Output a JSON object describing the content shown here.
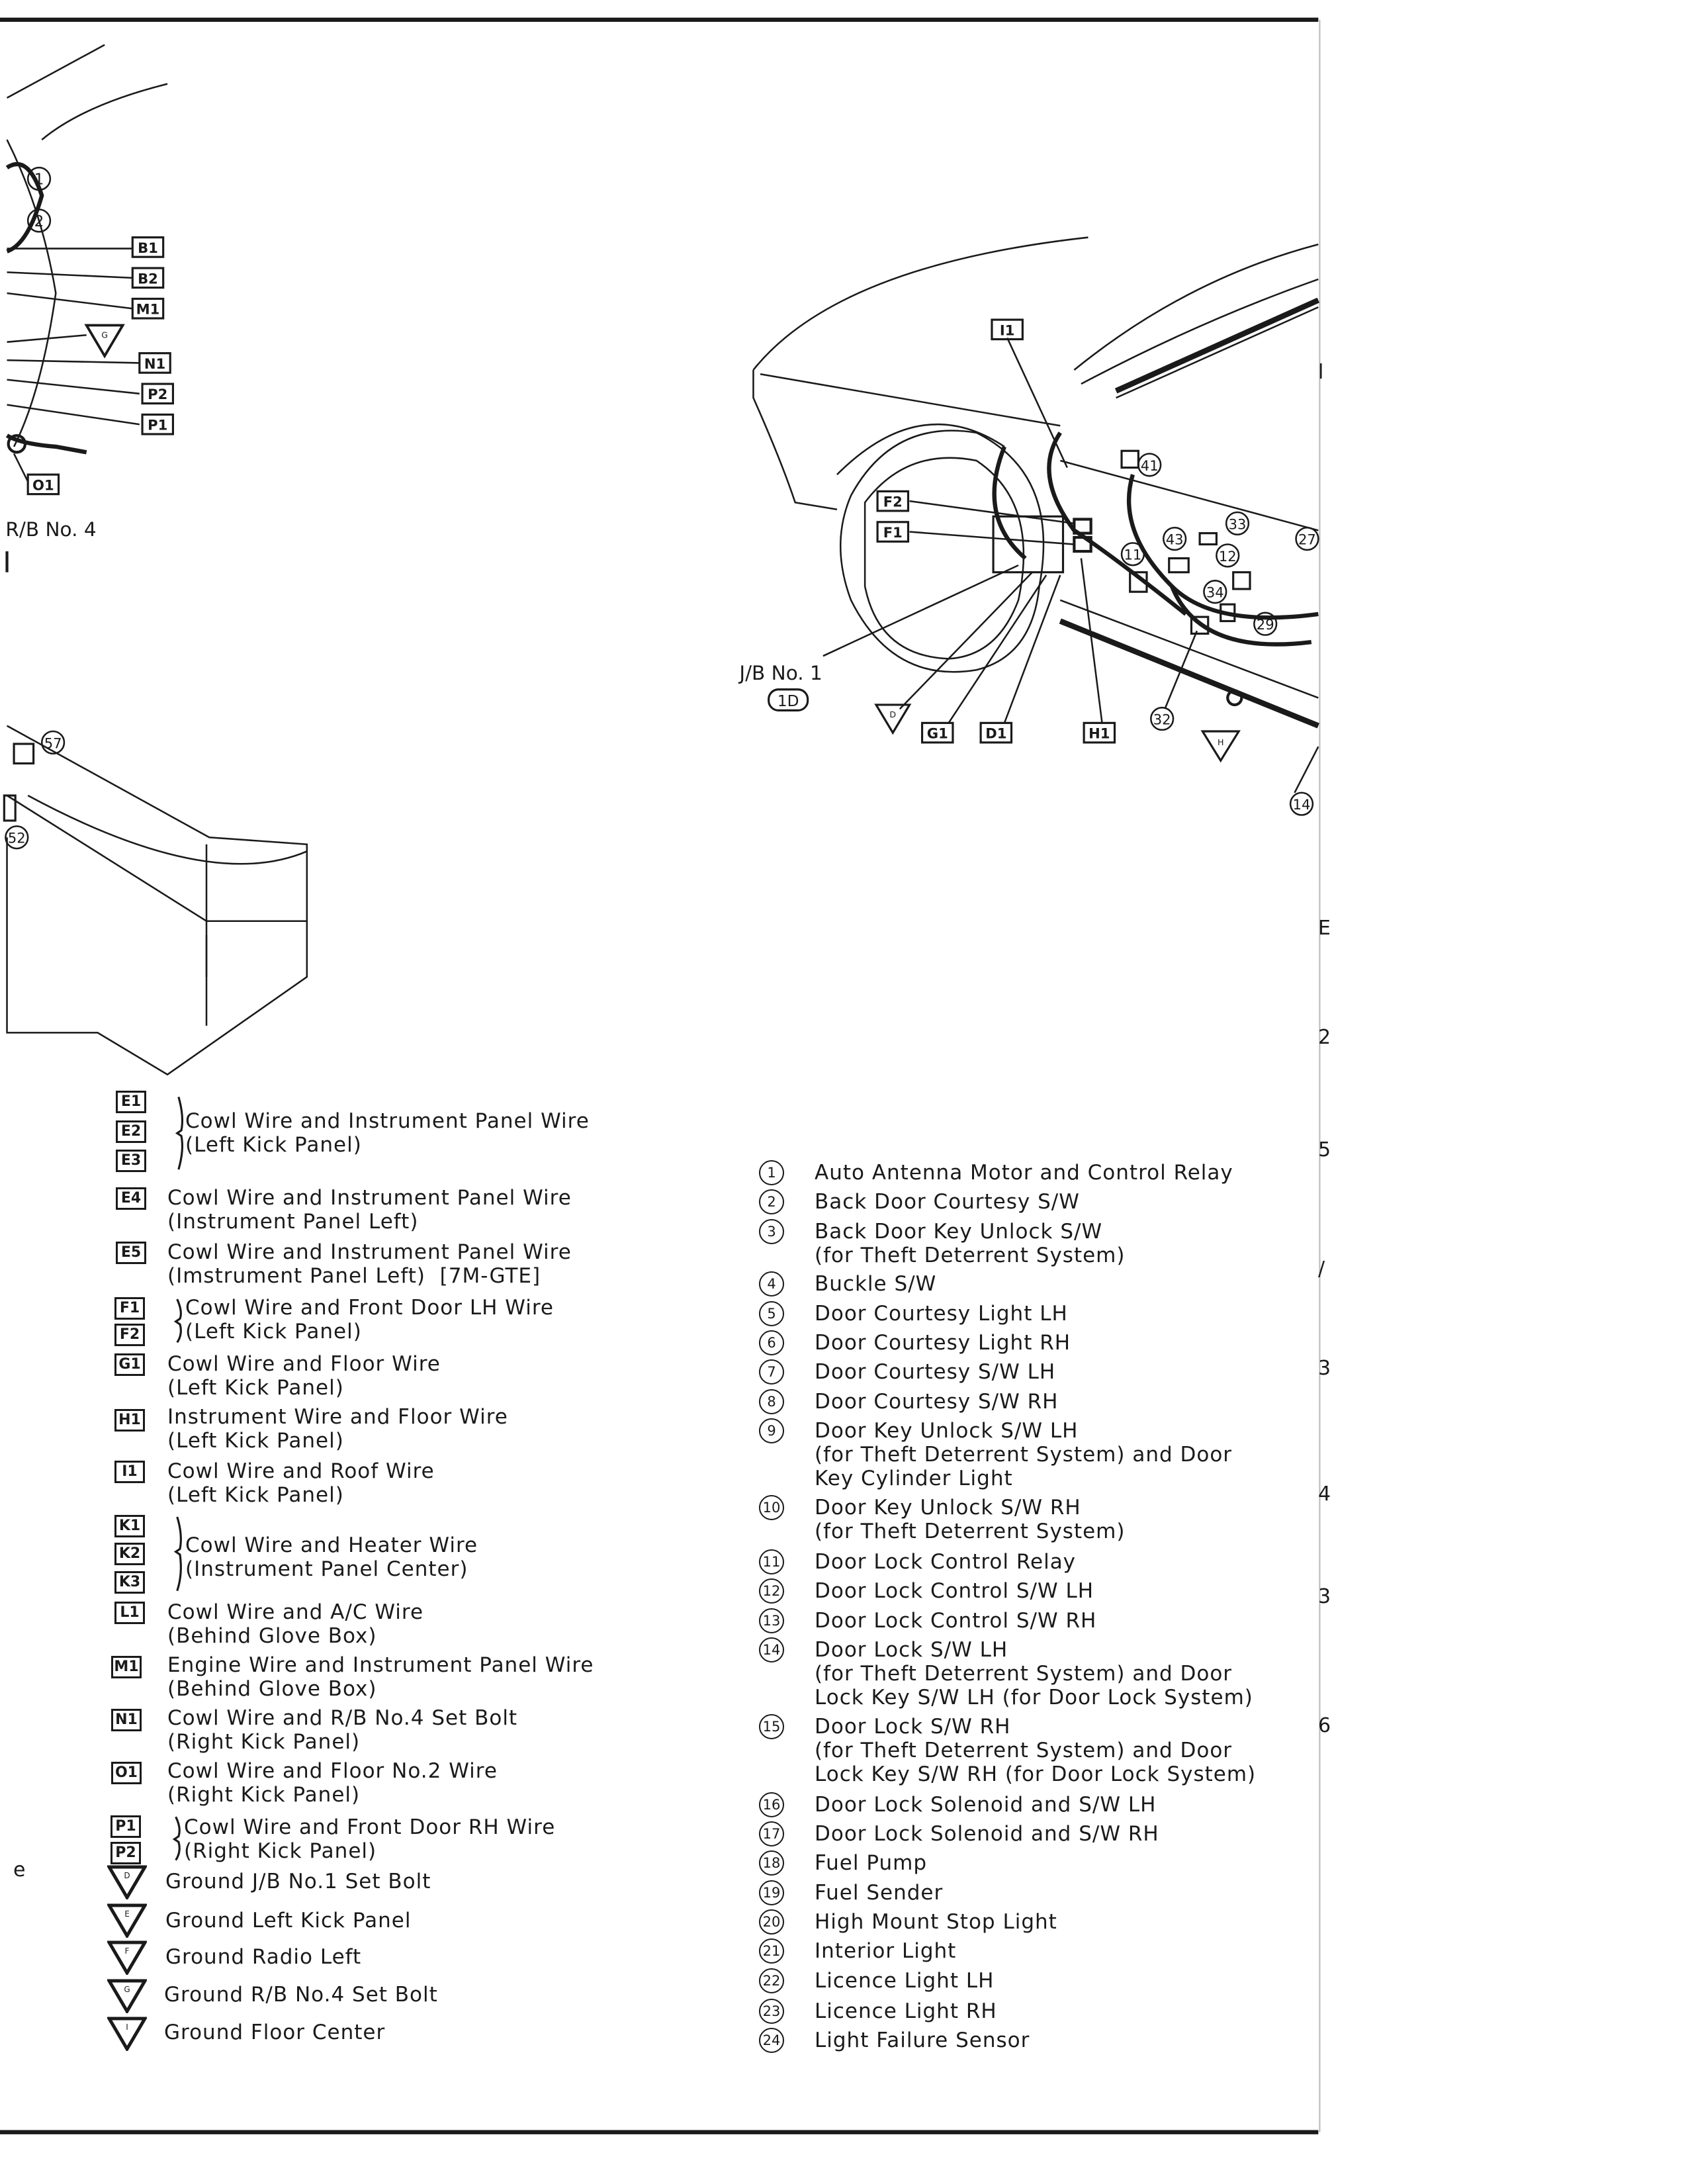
{
  "left_diagram": {
    "connectors": [
      "B1",
      "B2",
      "M1",
      "N1",
      "P2",
      "P1",
      "O1"
    ],
    "ground": "G",
    "callouts": [
      "1",
      "2",
      "57",
      "52"
    ],
    "relay_block_label": "R/B No. 4"
  },
  "right_diagram": {
    "connectors": [
      "I1",
      "F2",
      "F1",
      "G1",
      "D1",
      "H1"
    ],
    "grounds": [
      "D",
      "H"
    ],
    "junction_block_label": "J/B No. 1",
    "junction_block_code": "1D",
    "callouts": [
      "41",
      "43",
      "33",
      "27",
      "12",
      "11",
      "34",
      "29",
      "32",
      "14"
    ]
  },
  "connector_legend": [
    {
      "codes": [
        "E1",
        "E2",
        "E3"
      ],
      "lines": [
        "Cowl Wire and Instrument Panel Wire",
        "(Left Kick Panel)"
      ]
    },
    {
      "codes": [
        "E4"
      ],
      "lines": [
        "Cowl Wire and Instrument Panel Wire",
        "(Instrument Panel Left)"
      ]
    },
    {
      "codes": [
        "E5"
      ],
      "lines": [
        "Cowl Wire and Instrument Panel Wire",
        "(Imstrument Panel Left)  [7M-GTE]"
      ]
    },
    {
      "codes": [
        "F1",
        "F2"
      ],
      "lines": [
        "Cowl Wire and Front Door LH Wire",
        "(Left Kick Panel)"
      ]
    },
    {
      "codes": [
        "G1"
      ],
      "lines": [
        "Cowl Wire and Floor Wire",
        "(Left Kick Panel)"
      ]
    },
    {
      "codes": [
        "H1"
      ],
      "lines": [
        "Instrument Wire and Floor Wire",
        "(Left Kick Panel)"
      ]
    },
    {
      "codes": [
        "I1"
      ],
      "lines": [
        "Cowl Wire and Roof Wire",
        "(Left Kick Panel)"
      ]
    },
    {
      "codes": [
        "K1",
        "K2",
        "K3"
      ],
      "lines": [
        "Cowl Wire and Heater Wire",
        "(Instrument Panel Center)"
      ]
    },
    {
      "codes": [
        "L1"
      ],
      "lines": [
        "Cowl Wire and A/C Wire",
        "(Behind Glove Box)"
      ]
    },
    {
      "codes": [
        "M1"
      ],
      "lines": [
        "Engine Wire and Instrument Panel Wire",
        "(Behind Glove Box)"
      ]
    },
    {
      "codes": [
        "N1"
      ],
      "lines": [
        "Cowl Wire and R/B No.4 Set Bolt",
        "(Right Kick Panel)"
      ]
    },
    {
      "codes": [
        "O1"
      ],
      "lines": [
        "Cowl Wire and Floor No.2 Wire",
        "(Right Kick Panel)"
      ]
    },
    {
      "codes": [
        "P1",
        "P2"
      ],
      "lines": [
        "Cowl Wire and Front Door RH Wire",
        "(Right Kick Panel)"
      ]
    }
  ],
  "ground_legend": [
    {
      "code": "D",
      "label": "Ground J/B No.1 Set Bolt"
    },
    {
      "code": "E",
      "label": "Ground Left Kick Panel"
    },
    {
      "code": "F",
      "label": "Ground Radio Left"
    },
    {
      "code": "G",
      "label": "Ground R/B No.4 Set Bolt"
    },
    {
      "code": "I",
      "label": "Ground Floor Center"
    }
  ],
  "component_list": [
    {
      "n": "1",
      "lines": [
        "Auto Antenna Motor and Control Relay"
      ]
    },
    {
      "n": "2",
      "lines": [
        "Back Door Courtesy S/W"
      ]
    },
    {
      "n": "3",
      "lines": [
        "Back Door Key Unlock S/W",
        "(for Theft Deterrent System)"
      ]
    },
    {
      "n": "4",
      "lines": [
        "Buckle S/W"
      ]
    },
    {
      "n": "5",
      "lines": [
        "Door Courtesy Light LH"
      ]
    },
    {
      "n": "6",
      "lines": [
        "Door Courtesy Light RH"
      ]
    },
    {
      "n": "7",
      "lines": [
        "Door Courtesy S/W LH"
      ]
    },
    {
      "n": "8",
      "lines": [
        "Door Courtesy S/W RH"
      ]
    },
    {
      "n": "9",
      "lines": [
        "Door Key Unlock S/W LH",
        "(for Theft Deterrent System) and Door",
        "Key Cylinder Light"
      ]
    },
    {
      "n": "10",
      "lines": [
        "Door Key Unlock S/W RH",
        "(for Theft Deterrent System)"
      ]
    },
    {
      "n": "11",
      "lines": [
        "Door Lock Control Relay"
      ]
    },
    {
      "n": "12",
      "lines": [
        "Door Lock Control S/W LH"
      ]
    },
    {
      "n": "13",
      "lines": [
        "Door Lock Control S/W RH"
      ]
    },
    {
      "n": "14",
      "lines": [
        "Door Lock S/W LH",
        "(for Theft Deterrent System) and Door",
        "Lock Key S/W LH (for Door Lock System)"
      ]
    },
    {
      "n": "15",
      "lines": [
        "Door Lock S/W RH",
        "(for Theft Deterrent System) and Door",
        "Lock Key S/W RH (for Door Lock System)"
      ]
    },
    {
      "n": "16",
      "lines": [
        "Door Lock Solenoid and S/W LH"
      ]
    },
    {
      "n": "17",
      "lines": [
        "Door Lock Solenoid and S/W RH"
      ]
    },
    {
      "n": "18",
      "lines": [
        "Fuel Pump"
      ]
    },
    {
      "n": "19",
      "lines": [
        "Fuel Sender"
      ]
    },
    {
      "n": "20",
      "lines": [
        "High Mount Stop Light"
      ]
    },
    {
      "n": "21",
      "lines": [
        "Interior Light"
      ]
    },
    {
      "n": "22",
      "lines": [
        "Licence Light LH"
      ]
    },
    {
      "n": "23",
      "lines": [
        "Licence Light RH"
      ]
    },
    {
      "n": "24",
      "lines": [
        "Light Failure Sensor"
      ]
    }
  ],
  "edge_fragments": {
    "left": "e",
    "right": [
      "l",
      "E",
      "2",
      "5",
      "/",
      "3",
      "4",
      "3",
      "6"
    ]
  }
}
